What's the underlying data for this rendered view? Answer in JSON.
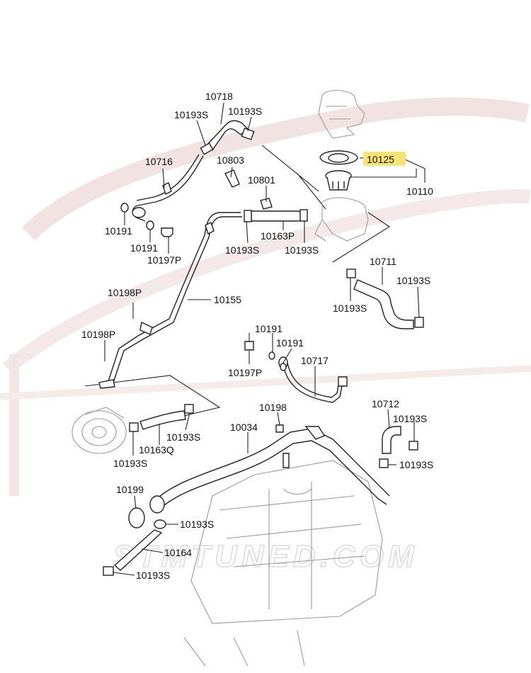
{
  "watermark": "STMTUNED.COM",
  "highlight_color": "#f7e27a",
  "labels": [
    {
      "id": "l1",
      "text": "10718"
    },
    {
      "id": "l2",
      "text": "10193S"
    },
    {
      "id": "l3",
      "text": "10193S"
    },
    {
      "id": "l4",
      "text": "10716"
    },
    {
      "id": "l5",
      "text": "10803"
    },
    {
      "id": "l6",
      "text": "10801"
    },
    {
      "id": "l7",
      "text": "10191"
    },
    {
      "id": "l8",
      "text": "10191"
    },
    {
      "id": "l9",
      "text": "10197P"
    },
    {
      "id": "l10",
      "text": "10193S"
    },
    {
      "id": "l11",
      "text": "10163P"
    },
    {
      "id": "l12",
      "text": "10193S"
    },
    {
      "id": "l13",
      "text": "10125"
    },
    {
      "id": "l14",
      "text": "10110"
    },
    {
      "id": "l15",
      "text": "10711"
    },
    {
      "id": "l16",
      "text": "10193S"
    },
    {
      "id": "l17",
      "text": "10193S"
    },
    {
      "id": "l18",
      "text": "10198P"
    },
    {
      "id": "l19",
      "text": "10155"
    },
    {
      "id": "l20",
      "text": "10198P"
    },
    {
      "id": "l21",
      "text": "10191"
    },
    {
      "id": "l22",
      "text": "10191"
    },
    {
      "id": "l23",
      "text": "10197P"
    },
    {
      "id": "l24",
      "text": "10717"
    },
    {
      "id": "l25",
      "text": "10198"
    },
    {
      "id": "l26",
      "text": "10712"
    },
    {
      "id": "l27",
      "text": "10193S"
    },
    {
      "id": "l28",
      "text": "10034"
    },
    {
      "id": "l29",
      "text": "10193S"
    },
    {
      "id": "l30",
      "text": "10163Q"
    },
    {
      "id": "l31",
      "text": "10193S"
    },
    {
      "id": "l32",
      "text": "10193S"
    },
    {
      "id": "l33",
      "text": "10199"
    },
    {
      "id": "l34",
      "text": "10193S"
    },
    {
      "id": "l35",
      "text": "10164"
    },
    {
      "id": "l36",
      "text": "10193S"
    }
  ]
}
